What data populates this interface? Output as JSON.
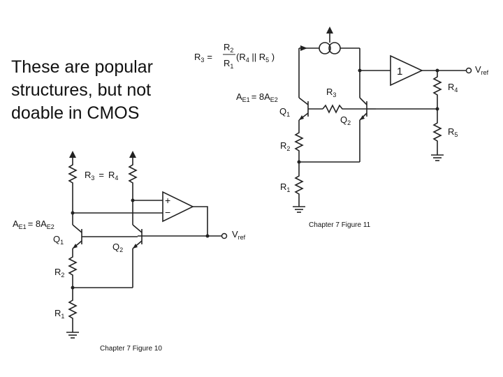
{
  "slide": {
    "text_lines": [
      "These are popular",
      "structures, but not",
      "doable in CMOS"
    ]
  },
  "fig10": {
    "caption": "Chapter 7 Figure 10",
    "r3": "R",
    "r3_sub": "3",
    "eq": "=",
    "r4": "R",
    "r4_sub": "4",
    "ae1": "A",
    "ae1_sub": "E1",
    "ae_eq": "= 8A",
    "ae2_sub": "E2",
    "q1": "Q",
    "q1_sub": "1",
    "q2": "Q",
    "q2_sub": "2",
    "r2": "R",
    "r2_sub": "2",
    "r1": "R",
    "r1_sub": "1",
    "plus": "+",
    "minus": "−",
    "vref": "V",
    "vref_sub": "ref"
  },
  "fig11": {
    "caption": "Chapter 7 Figure 11",
    "formula_lhs": "R",
    "formula_lhs_sub": "3",
    "formula_eq": "=",
    "formula_num": "R",
    "formula_num_sub": "2",
    "formula_den": "R",
    "formula_den_sub": "1",
    "formula_paren": "(R",
    "formula_r4_sub": "4",
    "formula_par": " || R",
    "formula_r5_sub": "5",
    "formula_close": " )",
    "ae1": "A",
    "ae1_sub": "E1",
    "ae_eq": "= 8A",
    "ae2_sub": "E2",
    "q1": "Q",
    "q1_sub": "1",
    "q2": "Q",
    "q2_sub": "2",
    "r3": "R",
    "r3_sub": "3",
    "r2": "R",
    "r2_sub": "2",
    "r1": "R",
    "r1_sub": "1",
    "r4": "R",
    "r4_sub": "4",
    "r5": "R",
    "r5_sub": "5",
    "buffer_gain": "1",
    "vref": "V",
    "vref_sub": "ref"
  }
}
